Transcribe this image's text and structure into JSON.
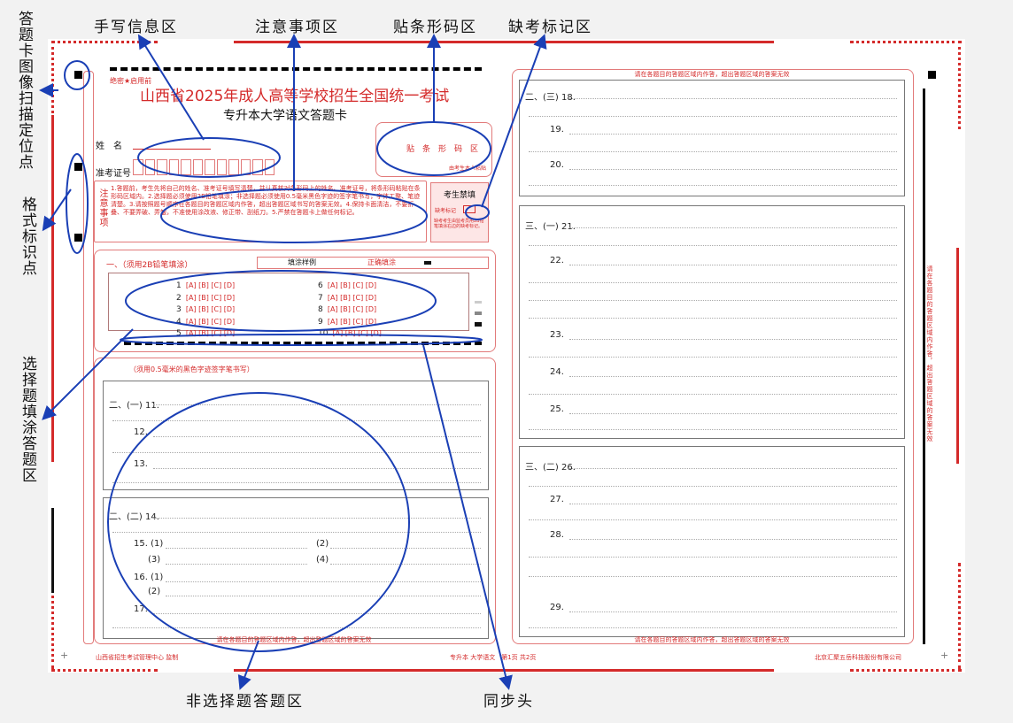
{
  "callouts": {
    "left_top": "答题卡图像扫描定位点",
    "left_mid": "格式标识点",
    "left_bottom": "选择题填涂答题区",
    "top": [
      "手写信息区",
      "注意事项区",
      "贴条形码区",
      "缺考标记区"
    ],
    "bottom": [
      "非选择题答题区",
      "同步头"
    ]
  },
  "sheet": {
    "secret": "绝密★启用前",
    "title": "山西省2025年成人高等学校招生全国统一考试",
    "subtitle": "专升本大学语文答题卡",
    "name_label": "姓　名",
    "id_label": "准考证号",
    "notes_title": "注意事项",
    "notes_text": "1.答题前，考生先将自己的姓名、准考证号填写清楚，并认真核对条形码上的姓名、准考证号，将条形码粘贴在条形码区域内。2.选择题必须使用2B铅笔填涂；非选择题必须使用0.5毫米黑色字迹的签字笔书写，字体工整、笔迹清楚。3.请按照题号顺序在各题目的答题区域内作答，超出答题区域书写的答案无效。4.保持卡面清洁，不要折叠、不要弄破、弄皱，不准使用涂改液、修正带、刮纸刀。5.严禁在答题卡上做任何标记。",
    "barcode_label": "贴　条　形　码　区",
    "barcode_sub": "由考生本人粘贴",
    "absent_title": "考生禁填",
    "absent_label": "缺考标记",
    "absent_note": "缺考考生由监考员用2B铅笔填涂右边的缺考标记。",
    "choice_head": "一、（须用2B铅笔填涂）",
    "sample_label": "填涂样例",
    "correct_label": "正确填涂",
    "options_text": "[A] [B] [C] [D]",
    "choice_nums_left": [
      "1",
      "2",
      "3",
      "4",
      "5"
    ],
    "choice_nums_right": [
      "6",
      "7",
      "8",
      "9",
      "10"
    ],
    "essay_head": "（须用0.5毫米的黑色字迹签字笔书写）",
    "sec2a": "二、(一) 11.",
    "q12": "12.",
    "q13": "13.",
    "sec2b": "二、(二) 14.",
    "q15": "15. (1)",
    "q15_2": "(2)",
    "q15_3": "(3)",
    "q15_4": "(4)",
    "q16": "16. (1)",
    "q16_2": "(2)",
    "q17": "17.",
    "sec2c": "二、(三) 18.",
    "q19": "19.",
    "q20": "20.",
    "sec3a": "三、(一) 21.",
    "q22": "22.",
    "q23": "23.",
    "q24": "24.",
    "q25": "25.",
    "sec3b": "三、(二) 26.",
    "q27": "27.",
    "q28": "28.",
    "q29": "29.",
    "warn": "请在各题目的答题区域内作答，超出答题区域的答案无效",
    "side_warn": "请在各题目的答题区域内作答，超出答题区域的答案无效",
    "footer_left": "山西省招生考试管理中心 监制",
    "footer_mid": "专升本 大学语文　第1页 共2页",
    "footer_right": "北京汇聚五岳科技股份有限公司"
  }
}
